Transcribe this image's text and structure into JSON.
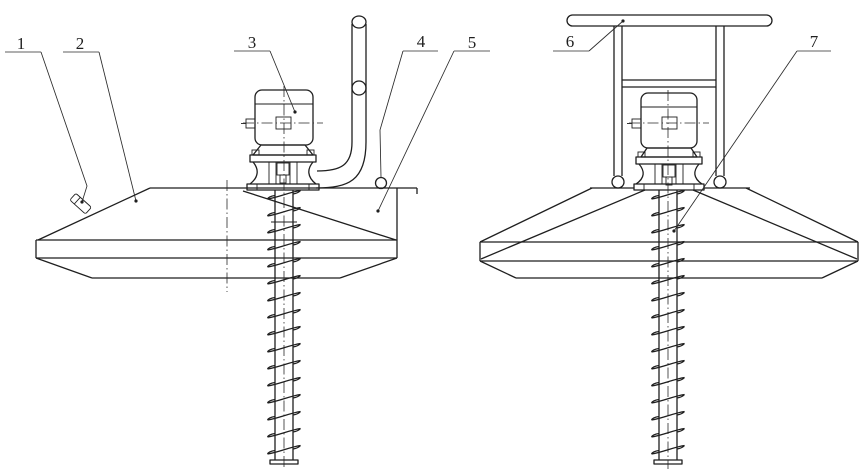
{
  "page": {
    "background": "#ffffff",
    "line_color": "#1f1f1f"
  },
  "drawing": {
    "kind": "two-view technical line drawing of a floating screw-auger unit",
    "callouts": [
      {
        "number": "1",
        "target": "nozzle-fitting"
      },
      {
        "number": "2",
        "target": "float-pontoon"
      },
      {
        "number": "3",
        "target": "motor"
      },
      {
        "number": "4",
        "target": "cable-conduit-pipe"
      },
      {
        "number": "5",
        "target": "deck-plate"
      },
      {
        "number": "6",
        "target": "support-frame-top-bar"
      },
      {
        "number": "7",
        "target": "screw-auger"
      }
    ]
  }
}
